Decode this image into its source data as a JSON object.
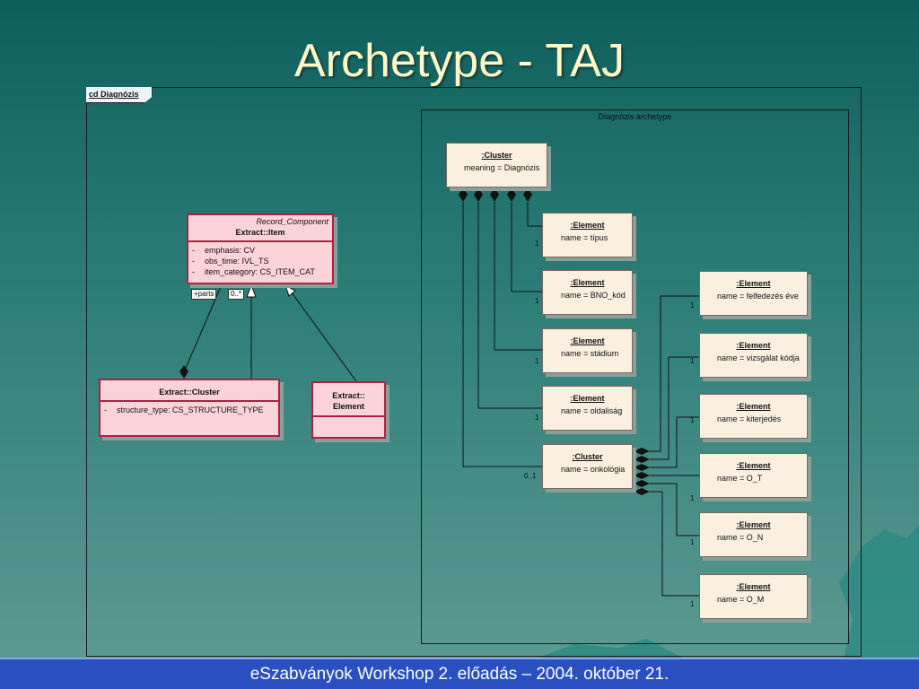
{
  "slide": {
    "title": "Archetype - TAJ",
    "footer": "eSzabványok Workshop 2. előadás – 2004. október 21."
  },
  "diagram": {
    "frame_tag": "cd Diagnózis",
    "inner_title": "Diagnózis archetype",
    "record_component": {
      "stereotype": "Record_Component",
      "name": "Extract::Item",
      "attributes": [
        "emphasis:  CV",
        "obs_time:  IVL_TS",
        "item_category:  CS_ITEM_CAT"
      ],
      "dash": "-"
    },
    "extract_cluster": {
      "name": "Extract::Cluster",
      "attributes": [
        "structure_type:  CS_STRUCTURE_TYPE"
      ],
      "dash": "-"
    },
    "extract_element": {
      "name_line1": "Extract::",
      "name_line2": "Element"
    },
    "parts_role": "+parts",
    "parts_multiplicity": "0..*",
    "root_cluster": {
      "name": ":Cluster",
      "attr": "meaning = Diagnózis"
    },
    "left_elements": [
      {
        "name": ":Element",
        "attr": "name = típus",
        "mult": "1"
      },
      {
        "name": ":Element",
        "attr": "name = BNO_kód",
        "mult": "1"
      },
      {
        "name": ":Element",
        "attr": "name = stádium",
        "mult": "1"
      },
      {
        "name": ":Element",
        "attr": "name = oldaliság",
        "mult": "1"
      }
    ],
    "onko_cluster": {
      "name": ":Cluster",
      "attr": "name = onkológia",
      "mult": "0..1"
    },
    "right_elements": [
      {
        "name": ":Element",
        "attr": "name = felfedezés éve",
        "mult": "1"
      },
      {
        "name": ":Element",
        "attr": "name = vizsgálat kódja",
        "mult": "1"
      },
      {
        "name": ":Element",
        "attr": "name = kiterjedés",
        "mult": "1"
      },
      {
        "name": ":Element",
        "attr": "name = O_T",
        "mult": "1"
      },
      {
        "name": ":Element",
        "attr": "name = O_N",
        "mult": "1"
      },
      {
        "name": ":Element",
        "attr": "name = O_M",
        "mult": "1"
      }
    ]
  },
  "colors": {
    "class_fill": "#fbd3d8",
    "class_border": "#b02040",
    "object_fill": "#fbf0e0",
    "footer_bar": "#2a4fc0",
    "title_text": "#fff8c8"
  }
}
